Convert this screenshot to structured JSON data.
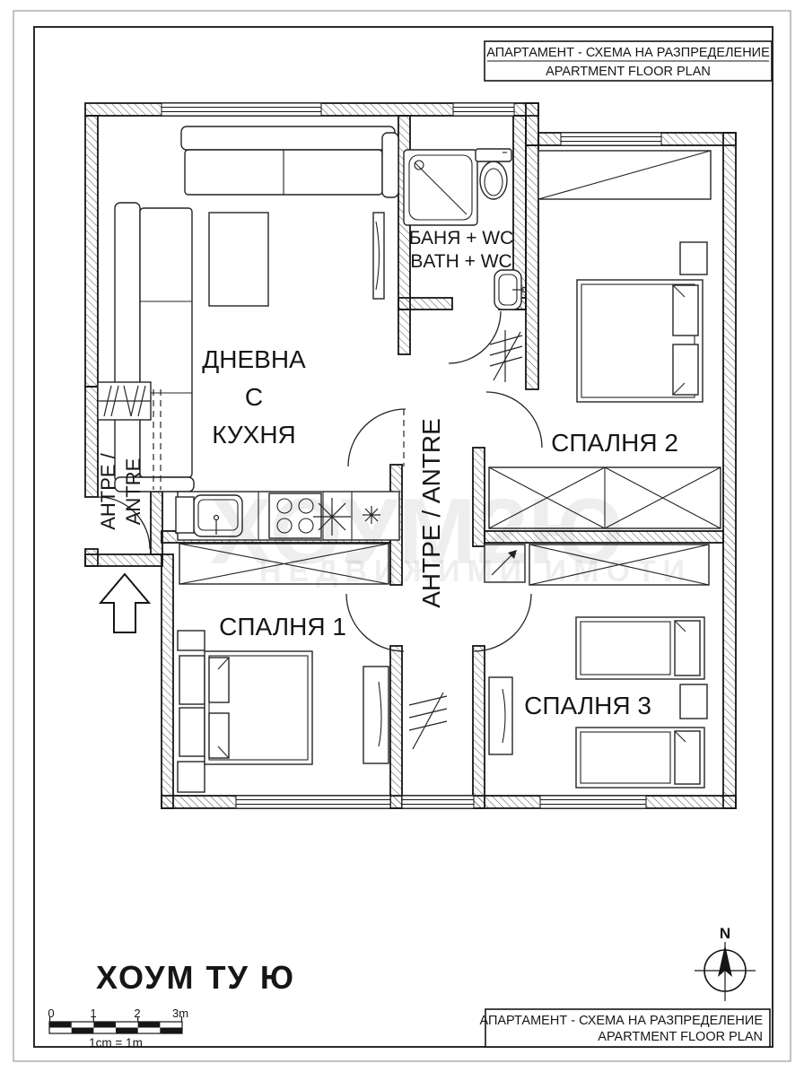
{
  "frame": {
    "title_top": {
      "line1": "АПАРТАМЕНТ - СХЕМА НА РАЗПРЕДЕЛЕНИЕ",
      "line2": "APARTMENT FLOOR PLAN"
    },
    "title_bottom": {
      "line1": "АПАРТАМЕНТ - СХЕМА НА РАЗПРЕДЕЛЕНИЕ",
      "line2": "APARTMENT FLOOR PLAN"
    }
  },
  "rooms": {
    "living_kitchen": {
      "line1": "ДНЕВНА",
      "line2": "С",
      "line3": "КУХНЯ"
    },
    "bath": {
      "line1": "БАНЯ + WC",
      "line2": "BATH + WC"
    },
    "bedroom1": {
      "label": "СПАЛНЯ 1"
    },
    "bedroom2": {
      "label": "СПАЛНЯ 2"
    },
    "bedroom3": {
      "label": "СПАЛНЯ 3"
    },
    "entry_hall": {
      "line1": "АНТРЕ /",
      "line2": "ANTRE"
    },
    "corridor": {
      "label": "АНТРЕ / ANTRE"
    }
  },
  "scale_bar": {
    "ticks": [
      "0",
      "1",
      "2",
      "3m"
    ],
    "caption": "1cm = 1m"
  },
  "compass": {
    "north_label": "N"
  },
  "watermarks": {
    "brand": "ХОУМ ТУ Ю",
    "center_big": "ХОУМ2Ю",
    "center_small": "НЕДВИЖИМИ ИМОТИ"
  },
  "colors": {
    "line": "#161616",
    "brand_pink": "#d98c8c"
  }
}
